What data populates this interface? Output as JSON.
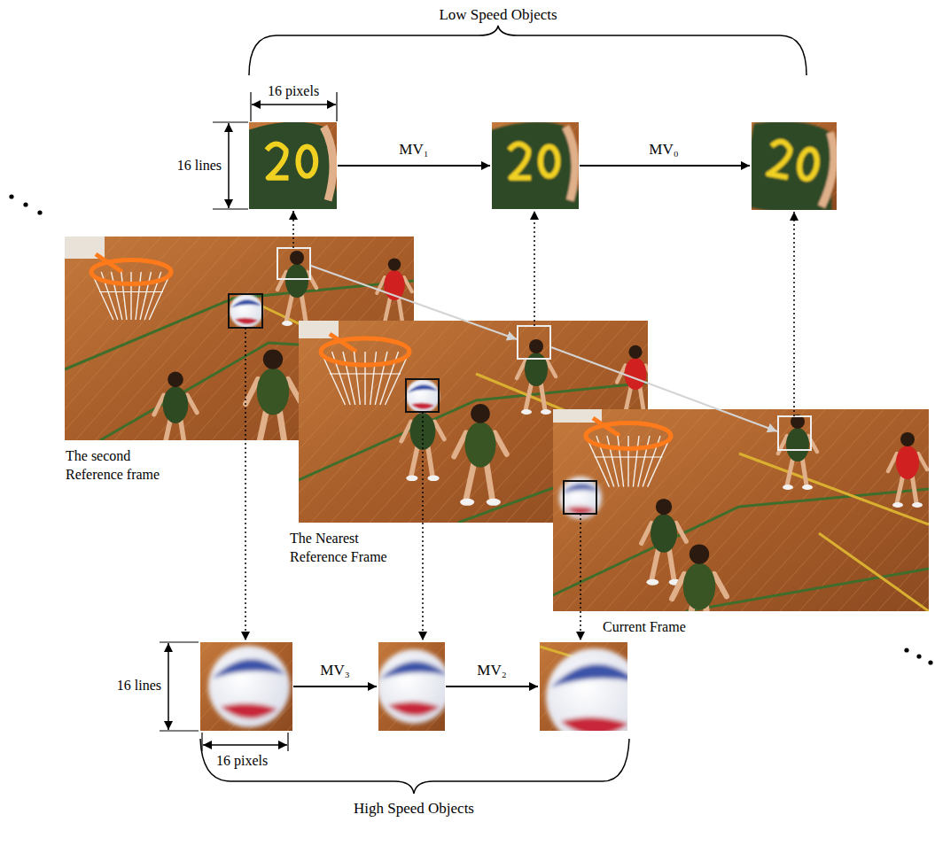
{
  "diagram": {
    "nodes": [
      {
        "text": [
          "The second Reference frame"
        ]
      },
      {
        "text": [
          "The Nearest Reference Frame"
        ]
      },
      {
        "text": [
          "Current Frame"
        ]
      }
    ],
    "labels": [
      "Low Speed Objects",
      "16 pixels",
      "16 lines",
      "MV₁",
      "MV₀",
      "16 lines",
      "16 pixels",
      "MV₃",
      "MV₂",
      "High Speed Objects"
    ]
  }
}
